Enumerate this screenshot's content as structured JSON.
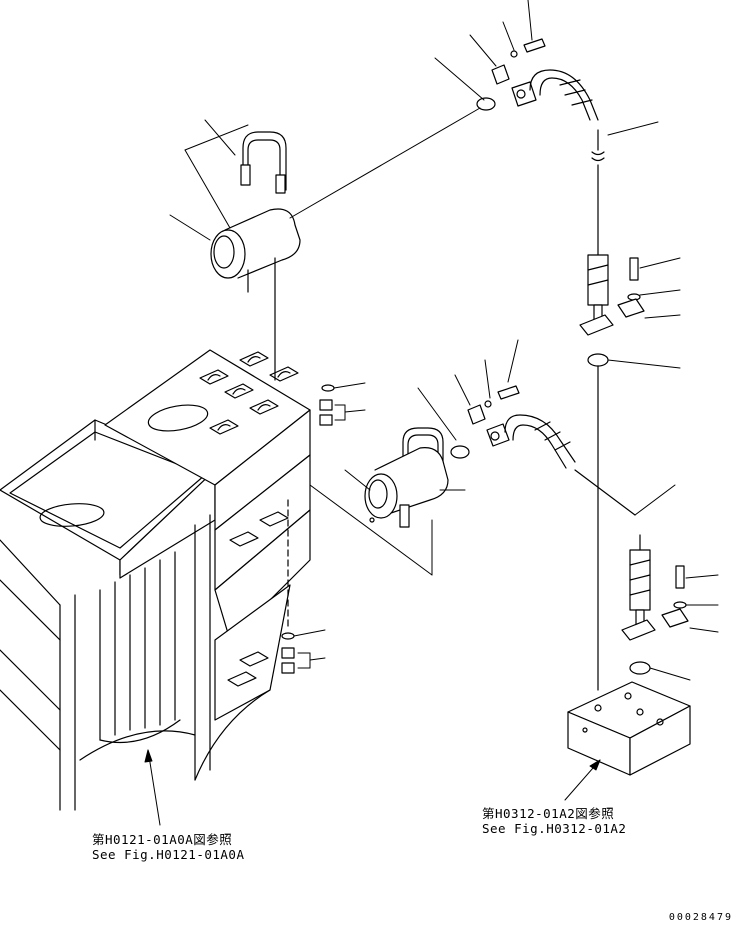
{
  "references": {
    "left": {
      "line_jp": "第H0121-01A0A図参照",
      "line_en": "See Fig.H0121-01A0A"
    },
    "right": {
      "line_jp": "第H0312-01A2図参照",
      "line_en": "See Fig.H0312-01A2"
    }
  },
  "drawing_id": "00028479",
  "colors": {
    "line": "#000000",
    "background": "#ffffff"
  }
}
